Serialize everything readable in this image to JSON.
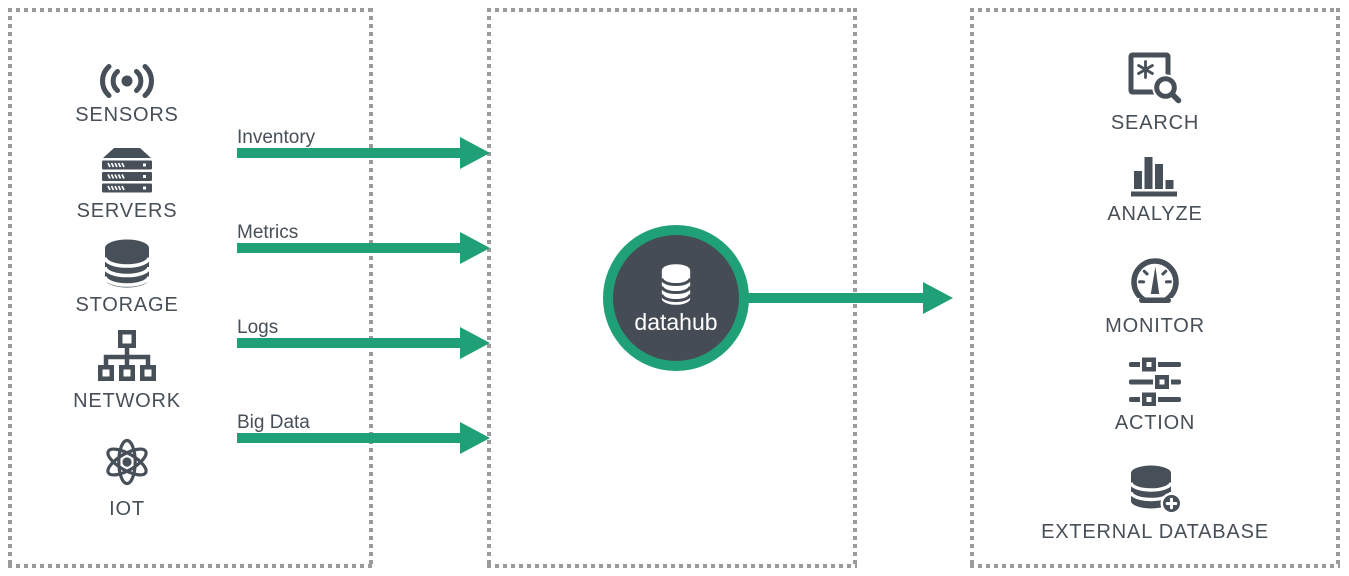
{
  "colors": {
    "accent_green": "#20A076",
    "charcoal": "#474F58",
    "hub_fill": "#464C55",
    "border_gray": "#9B9B9B",
    "hub_text": "#FFFFFF",
    "background": "#FFFFFF"
  },
  "left_panel": {
    "items": [
      {
        "label": "SENSORS",
        "icon": "sensors-icon"
      },
      {
        "label": "SERVERS",
        "icon": "servers-icon"
      },
      {
        "label": "STORAGE",
        "icon": "storage-icon"
      },
      {
        "label": "NETWORK",
        "icon": "network-icon"
      },
      {
        "label": "IOT",
        "icon": "iot-icon"
      }
    ]
  },
  "flows": {
    "inputs": [
      {
        "label": "Inventory"
      },
      {
        "label": "Metrics"
      },
      {
        "label": "Logs"
      },
      {
        "label": "Big Data"
      }
    ]
  },
  "hub": {
    "label": "datahub",
    "icon": "database-icon"
  },
  "right_panel": {
    "items": [
      {
        "label": "SEARCH",
        "icon": "search-icon"
      },
      {
        "label": "ANALYZE",
        "icon": "analyze-icon"
      },
      {
        "label": "MONITOR",
        "icon": "monitor-icon"
      },
      {
        "label": "ACTION",
        "icon": "action-icon"
      },
      {
        "label": "EXTERNAL DATABASE",
        "icon": "external-database-icon"
      }
    ]
  }
}
